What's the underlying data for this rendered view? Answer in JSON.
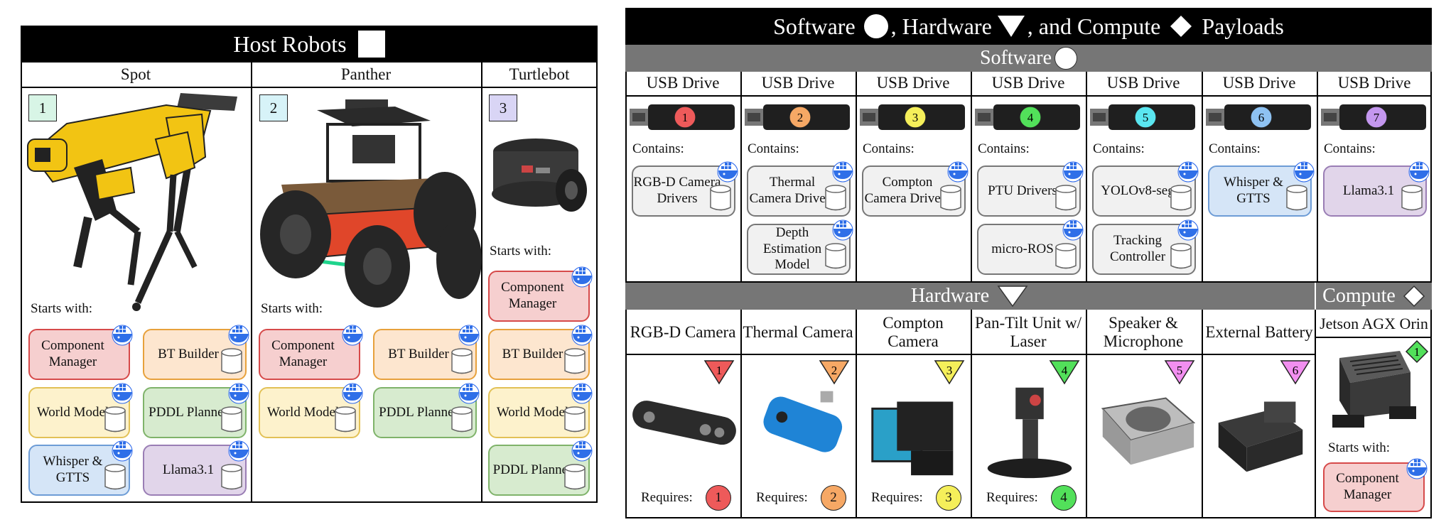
{
  "host": {
    "title": "Host Robots",
    "columns": [
      {
        "name": "Spot",
        "number": "1",
        "number_color": "#d8f5e6",
        "starts_label": "Starts with:",
        "modules": [
          {
            "text": "Component Manager",
            "color": "red",
            "docker": true,
            "db": false
          },
          {
            "text": "BT Builder",
            "color": "orange",
            "docker": true,
            "db": true
          },
          {
            "text": "World Model",
            "color": "yellow",
            "docker": true,
            "db": true
          },
          {
            "text": "PDDL Planner",
            "color": "green",
            "docker": true,
            "db": true
          },
          {
            "text": "Whisper & GTTS",
            "color": "blue",
            "docker": true,
            "db": true
          },
          {
            "text": "Llama3.1",
            "color": "purple",
            "docker": true,
            "db": true
          }
        ]
      },
      {
        "name": "Panther",
        "number": "2",
        "number_color": "#d7f3f8",
        "starts_label": "Starts with:",
        "modules": [
          {
            "text": "Component Manager",
            "color": "red",
            "docker": true,
            "db": false
          },
          {
            "text": "BT Builder",
            "color": "orange",
            "docker": true,
            "db": true
          },
          {
            "text": "World Model",
            "color": "yellow",
            "docker": true,
            "db": true
          },
          {
            "text": "PDDL Planner",
            "color": "green",
            "docker": true,
            "db": true
          }
        ]
      },
      {
        "name": "Turtlebot",
        "number": "3",
        "number_color": "#d9d5f5",
        "starts_label": "Starts with:",
        "modules": [
          {
            "text": "Component Manager",
            "color": "red",
            "docker": true,
            "db": false
          },
          {
            "text": "BT Builder",
            "color": "orange",
            "docker": true,
            "db": true
          },
          {
            "text": "World Model",
            "color": "yellow",
            "docker": true,
            "db": true
          },
          {
            "text": "PDDL Planner",
            "color": "green",
            "docker": true,
            "db": true
          }
        ]
      }
    ]
  },
  "payloads": {
    "title_parts": [
      "Software",
      ", Hardware",
      ", and Compute",
      "Payloads"
    ],
    "software": {
      "title": "Software",
      "contains_label": "Contains:",
      "drives": [
        {
          "label": "USB Drive",
          "num": "1",
          "color": "#ee5a5a",
          "modules": [
            "RGB-D Camera Drivers"
          ]
        },
        {
          "label": "USB Drive",
          "num": "2",
          "color": "#f6a865",
          "modules": [
            "Thermal Camera Drivers",
            "Depth Estimation Model"
          ]
        },
        {
          "label": "USB Drive",
          "num": "3",
          "color": "#f5ef5a",
          "modules": [
            "Compton Camera Drivers"
          ]
        },
        {
          "label": "USB Drive",
          "num": "4",
          "color": "#52e05a",
          "modules": [
            "PTU Drivers",
            "micro-ROS"
          ]
        },
        {
          "label": "USB Drive",
          "num": "5",
          "color": "#5ae6f0",
          "modules": [
            "YOLOv8-seg",
            "Tracking Controller"
          ]
        },
        {
          "label": "USB Drive",
          "num": "6",
          "color": "#8ec2f2",
          "modules": [
            "Whisper & GTTS"
          ],
          "module_color": "blue"
        },
        {
          "label": "USB Drive",
          "num": "7",
          "color": "#c497ef",
          "modules": [
            "Llama3.1"
          ],
          "module_color": "purple"
        }
      ]
    },
    "hardware": {
      "title": "Hardware",
      "requires_label": "Requires:",
      "items": [
        {
          "name": "RGB-D Camera",
          "num": "1",
          "color": "#ee5a5a",
          "requires": "1"
        },
        {
          "name": "Thermal Camera",
          "num": "2",
          "color": "#f6a865",
          "requires": "2"
        },
        {
          "name": "Compton Camera",
          "num": "3",
          "color": "#f5ef5a",
          "requires": "3"
        },
        {
          "name": "Pan-Tilt Unit w/ Laser",
          "num": "4",
          "color": "#52e05a",
          "requires": "4"
        },
        {
          "name": "Speaker & Microphone",
          "num": "5",
          "color": "#f28ff0",
          "requires": ""
        },
        {
          "name": "External Battery",
          "num": "6",
          "color": "#f28ff0",
          "requires": ""
        }
      ]
    },
    "compute": {
      "title": "Compute",
      "item": {
        "name": "Jetson AGX Orin",
        "num": "1",
        "color": "#52e05a",
        "starts_label": "Starts with:",
        "module": "Component Manager"
      }
    }
  }
}
